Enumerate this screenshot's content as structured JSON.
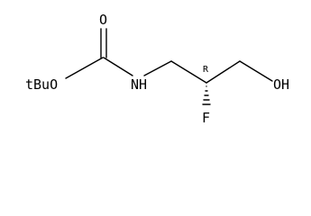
{
  "molecule": {
    "labels": {
      "tbuo": "tBuO",
      "carbonyl_o": "O",
      "nh": "NH",
      "stereo": "R",
      "fluorine": "F",
      "oh": "OH"
    }
  }
}
